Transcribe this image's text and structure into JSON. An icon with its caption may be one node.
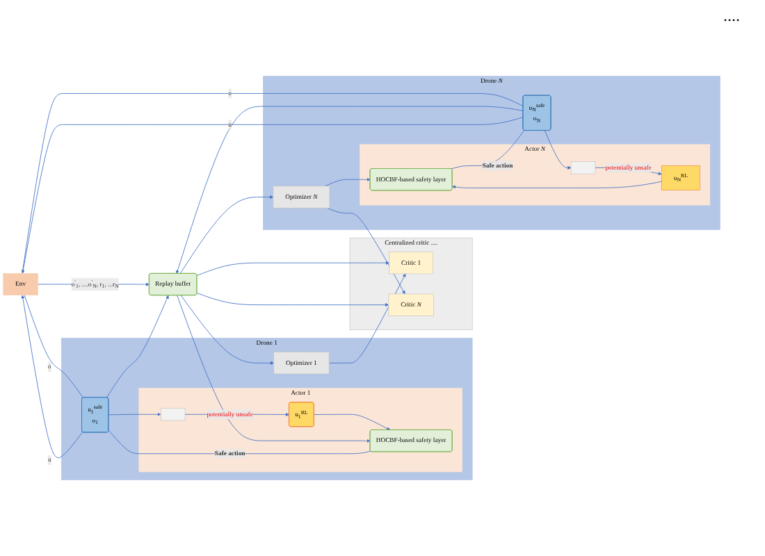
{
  "diagram": {
    "nodes": [
      {
        "text": [
          "Env"
        ]
      },
      {
        "text": [
          "Drone 1"
        ]
      },
      {
        "text": [
          "u$_{1}$$^{safe}$",
          "o$_{1}$"
        ],
        "in": 1
      },
      {
        "text": [
          "Actor 1"
        ],
        "in": 1
      },
      {
        "text": [],
        "shape": "box",
        "in": 3
      },
      {
        "text": [
          "u$_{1}$$^{RL}$"
        ],
        "in": 3
      },
      {
        "text": [
          "HOCBF-based safety layer"
        ],
        "in": 3
      },
      {
        "text": [
          "Optimizer 1"
        ],
        "in": 1
      },
      {
        "text": [
          "Centralized critic",
          "...."
        ]
      },
      {
        "text": [
          "Critic 1"
        ],
        "in": 8
      },
      {
        "text": [
          "Replay buffer"
        ]
      },
      {
        "text": [
          "Drone *N*"
        ]
      },
      {
        "text": [
          "u$_{N}$$^{safe}$",
          "o$_{N}$"
        ],
        "in": 11
      },
      {
        "text": [
          "Actor *N*"
        ],
        "in": 11
      },
      {
        "text": [],
        "shape": "box",
        "in": 13
      },
      {
        "text": [
          "u$_{N}$$^{RL}$"
        ],
        "in": 13
      },
      {
        "text": [
          "HOCBF-based safety layer"
        ],
        "in": 13
      },
      {
        "text": [
          "Optimizer *N*"
        ],
        "in": 11
      },
      {
        "text": [
          "Critic *N*"
        ],
        "in": 8
      }
    ],
    "edges": [
      {
        "from": 2,
        "to": 0,
        "arrow": "to",
        "label": "u"
      },
      {
        "from": 0,
        "to": 2,
        "arrow": "none",
        "label": "o"
      },
      {
        "from": 2,
        "to": 4,
        "arrow": "to"
      },
      {
        "from": 4,
        "to": 5,
        "arrow": "to",
        "label": "potentially unsafe"
      },
      {
        "from": 5,
        "to": 6,
        "arrow": "to"
      },
      {
        "from": 6,
        "to": 2,
        "arrow": "none",
        "label": "Safe action"
      },
      {
        "from": 2,
        "to": 10,
        "arrow": "to"
      },
      {
        "from": 10,
        "to": 7,
        "arrow": "to"
      },
      {
        "from": 10,
        "to": 6,
        "arrow": "to"
      },
      {
        "from": 7,
        "to": 9,
        "arrow": "to"
      },
      {
        "from": 10,
        "to": 9,
        "arrow": "to"
      },
      {
        "from": 10,
        "to": 18,
        "arrow": "to"
      },
      {
        "from": 0,
        "to": 10,
        "arrow": "to",
        "label": "o$^{′}$$_{1}$, ....o$^{′}$$_{N}$,  r$_{1}$, ...r$_{N}$"
      },
      {
        "from": 10,
        "to": 17,
        "arrow": "to"
      },
      {
        "from": 17,
        "to": 16,
        "arrow": "to"
      },
      {
        "from": 17,
        "to": 18,
        "arrow": "to"
      },
      {
        "from": 12,
        "to": 10,
        "arrow": "to"
      },
      {
        "from": 12,
        "to": 0,
        "arrow": "to",
        "label": "u"
      },
      {
        "from": 0,
        "to": 12,
        "arrow": "none",
        "label": "o"
      },
      {
        "from": 12,
        "to": 14,
        "arrow": "to"
      },
      {
        "from": 14,
        "to": 15,
        "arrow": "to",
        "label": "potentially unsafe"
      },
      {
        "from": 15,
        "to": 16,
        "arrow": "to"
      },
      {
        "from": 16,
        "to": 12,
        "arrow": "none",
        "label": "Safe action"
      }
    ],
    "labels": [
      "...."
    ]
  }
}
